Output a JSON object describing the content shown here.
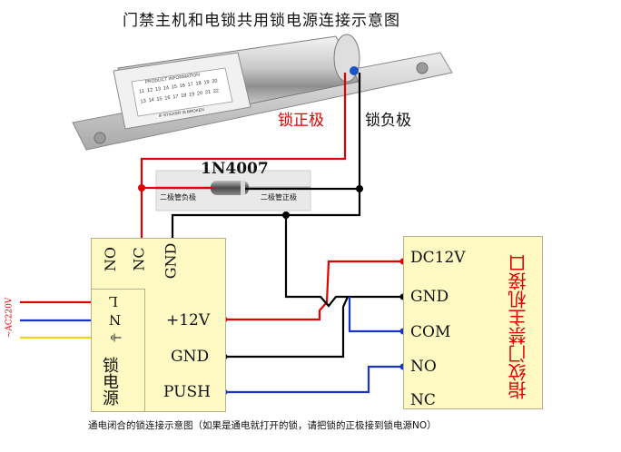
{
  "title": "门禁主机和电锁共用锁电源连接示意图",
  "product_label": {
    "heading": "PRODUCT INFORMATION",
    "grid_numbers": [
      "11",
      "12",
      "13",
      "14",
      "15",
      "16",
      "17",
      "18",
      "19",
      "20",
      "13",
      "14",
      "15",
      "16",
      "17",
      "18",
      "19",
      "20",
      "21",
      "22"
    ],
    "footnote": "IF STICKER IS BROKEN"
  },
  "lock_labels": {
    "positive": "锁正极",
    "negative": "锁负极"
  },
  "diode": {
    "part": "1N4007",
    "neg_label": "二极管负极",
    "pos_label": "二极管正极"
  },
  "power_box": {
    "title": "锁电源",
    "top_terminals": [
      "NO",
      "NC",
      "GND"
    ],
    "right_terminals": [
      "+12V",
      "GND",
      "PUSH"
    ],
    "left_terminals": [
      "L",
      "N",
      "⏚"
    ],
    "ac_label": "~AC220V"
  },
  "access_box": {
    "title": "指纹门禁主机接口",
    "terminals": [
      "DC12V",
      "GND",
      "COM",
      "NO",
      "NC"
    ]
  },
  "caption": "通电闭合的锁连接示意图（如果是通电就打开的锁，请把锁的正极接到锁电源NO）",
  "colors": {
    "red_wire": "#e00000",
    "black_wire": "#000000",
    "blue_wire": "#1a33c8",
    "yellow_wire": "#f2d21b",
    "box_fill": "#fff9c4"
  },
  "icons": [
    "electric-lock-image",
    "diode-image"
  ]
}
